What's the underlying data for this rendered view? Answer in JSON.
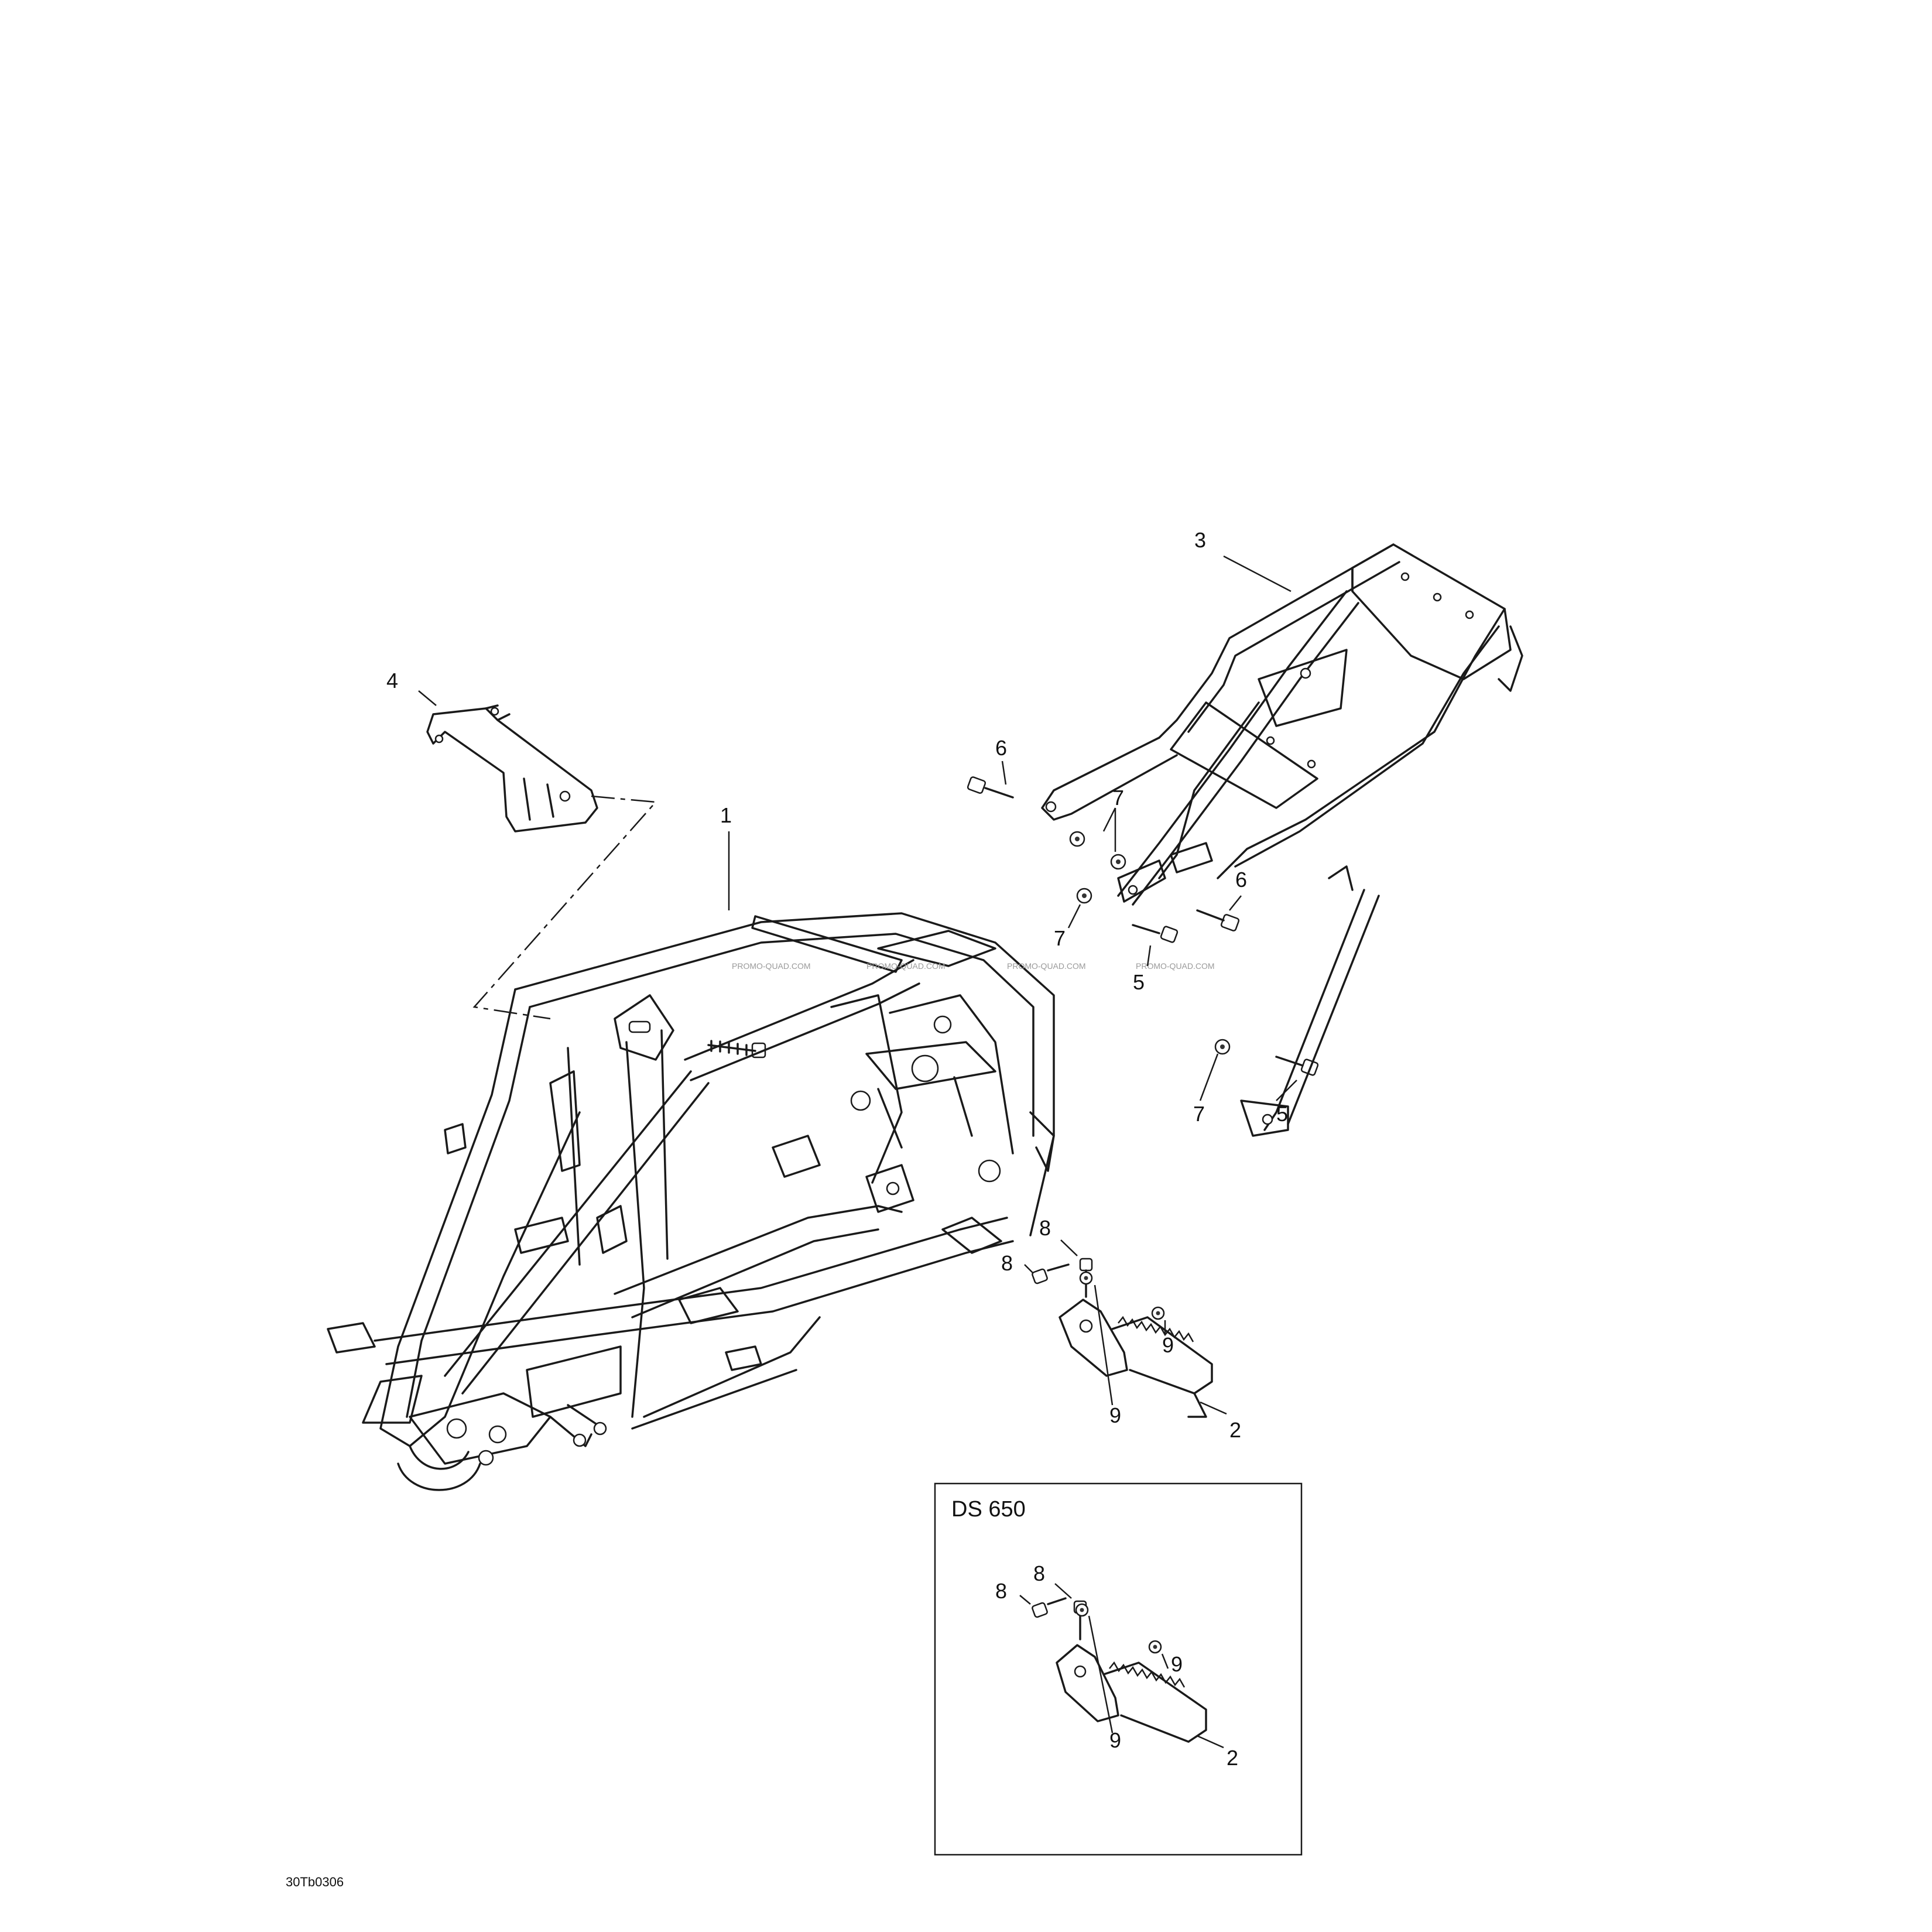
{
  "callouts": {
    "c1": "1",
    "c2a": "2",
    "c2b": "2",
    "c3": "3",
    "c4": "4",
    "c5a": "5",
    "c5b": "5",
    "c6a": "6",
    "c6b": "6",
    "c7a": "7",
    "c7b": "7",
    "c7c": "7",
    "c8a": "8",
    "c8b": "8",
    "c8c": "8",
    "c8d": "8",
    "c9a": "9",
    "c9b": "9",
    "c9c": "9",
    "c9d": "9"
  },
  "inset": {
    "title": "DS 650"
  },
  "drawing_code": "30Tb0306",
  "watermark": "PROMO-QUAD.COM"
}
